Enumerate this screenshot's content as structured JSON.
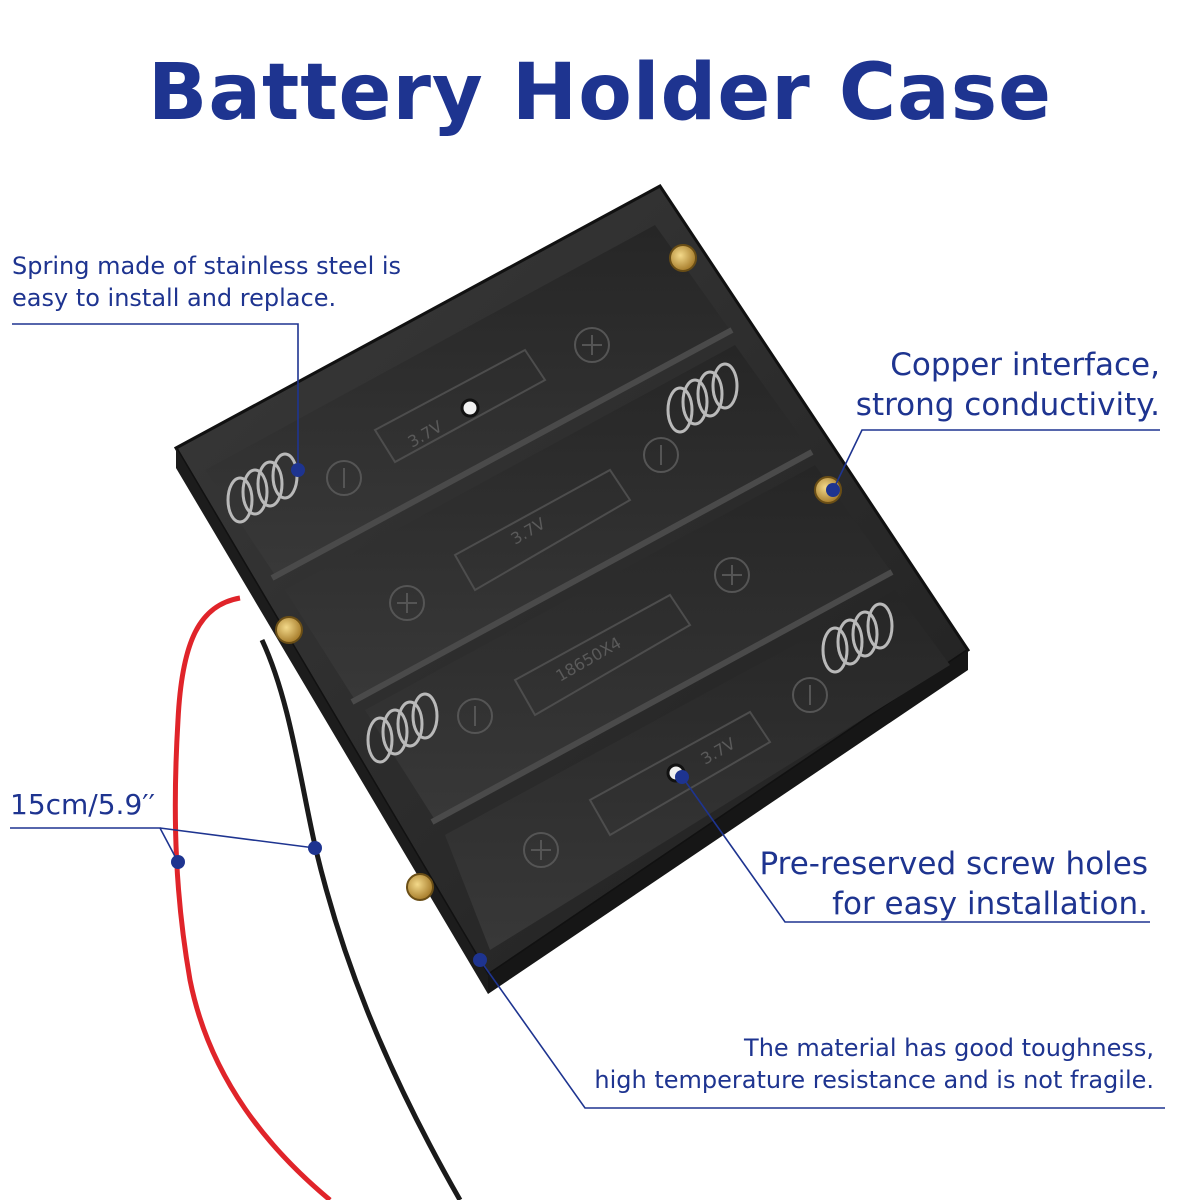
{
  "title": "Battery Holder Case",
  "notes": {
    "spring": [
      "Spring made of stainless steel is",
      "easy to install and replace."
    ],
    "copper": [
      "Copper interface,",
      "strong conductivity."
    ],
    "length": "15cm/5.9′′",
    "screw": [
      "Pre-reserved screw holes",
      "for easy installation."
    ],
    "material": [
      "The material has good toughness,",
      "high temperature resistance and is not fragile."
    ]
  },
  "holder_labels": {
    "slot1": "3.7V",
    "slot2": "3.7V",
    "slot3": "18650X4",
    "slot4": "3.7V"
  },
  "colors": {
    "accent": "#1e3490",
    "case": "#2e2e2e",
    "red_wire": "#e0242a",
    "black_wire": "#1a1a1a",
    "brass": "#c9a04a"
  }
}
